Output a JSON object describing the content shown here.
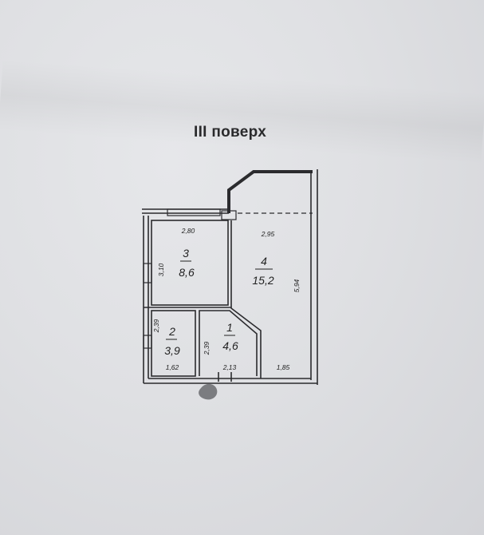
{
  "title": "III поверх",
  "rooms": [
    {
      "id": "1",
      "number": "1",
      "area": "4,6"
    },
    {
      "id": "2",
      "number": "2",
      "area": "3,9"
    },
    {
      "id": "3",
      "number": "3",
      "area": "8,6"
    },
    {
      "id": "4",
      "number": "4",
      "area": "15,2"
    }
  ],
  "dimensions": {
    "room3_width": "2,80",
    "room3_height": "3,10",
    "room4_width": "2,95",
    "room4_height": "5,94",
    "room2_height": "2,39",
    "room2_width": "1,62",
    "room1_height": "2,39",
    "room1_width": "2,13",
    "room4_bottom": "1,85"
  },
  "colors": {
    "line": "#2b2b2e",
    "paper": "#dfe0e3"
  }
}
